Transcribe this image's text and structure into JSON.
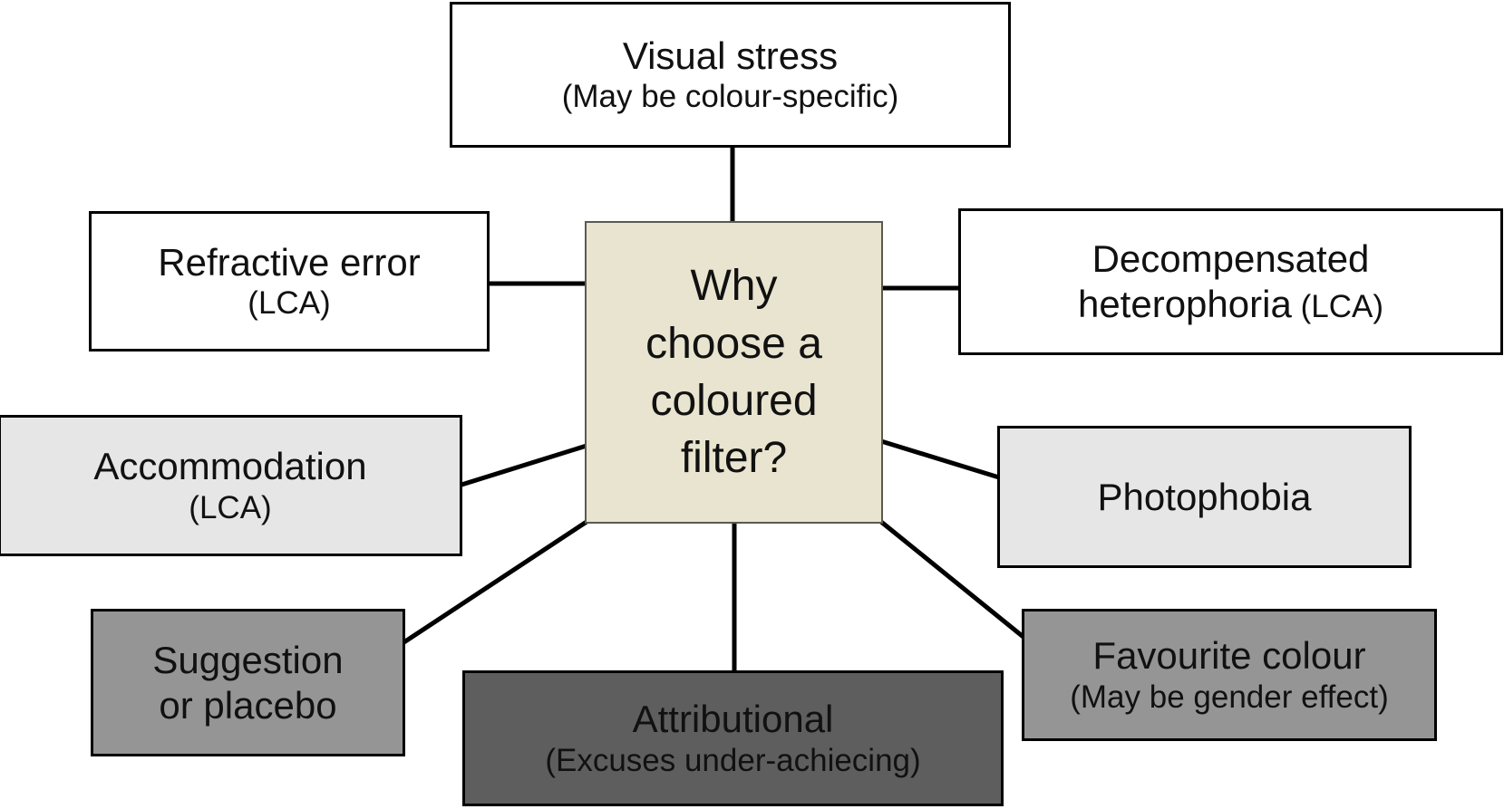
{
  "diagram": {
    "center": {
      "lines": [
        "Why",
        "choose a",
        "coloured",
        "filter?"
      ]
    },
    "nodes": {
      "visual_stress": {
        "title": "Visual stress",
        "subtitle": "(May be colour-specific)"
      },
      "refractive_error": {
        "title": "Refractive error",
        "subtitle": "(LCA)"
      },
      "decompensated_heterophoria": {
        "title": "Decompensated",
        "title2": "heterophoria",
        "subtitle_inline": "(LCA)"
      },
      "accommodation": {
        "title": "Accommodation",
        "subtitle": "(LCA)"
      },
      "photophobia": {
        "title": "Photophobia"
      },
      "suggestion": {
        "title": "Suggestion",
        "title2": "or placebo"
      },
      "attributional": {
        "title": "Attributional",
        "subtitle": "(Excuses under-achiecing)"
      },
      "favourite_colour": {
        "title": "Favourite colour",
        "subtitle": "(May be gender effect)"
      }
    }
  },
  "colors": {
    "background": "#ffffff",
    "center_fill": "#e8e4cf",
    "center_border": "#5a5a50",
    "light_gray_fill": "#e6e6e6",
    "mid_gray_fill": "#959595",
    "dark_gray_fill": "#5e5e5e",
    "box_border": "#000000",
    "connector": "#000000"
  }
}
